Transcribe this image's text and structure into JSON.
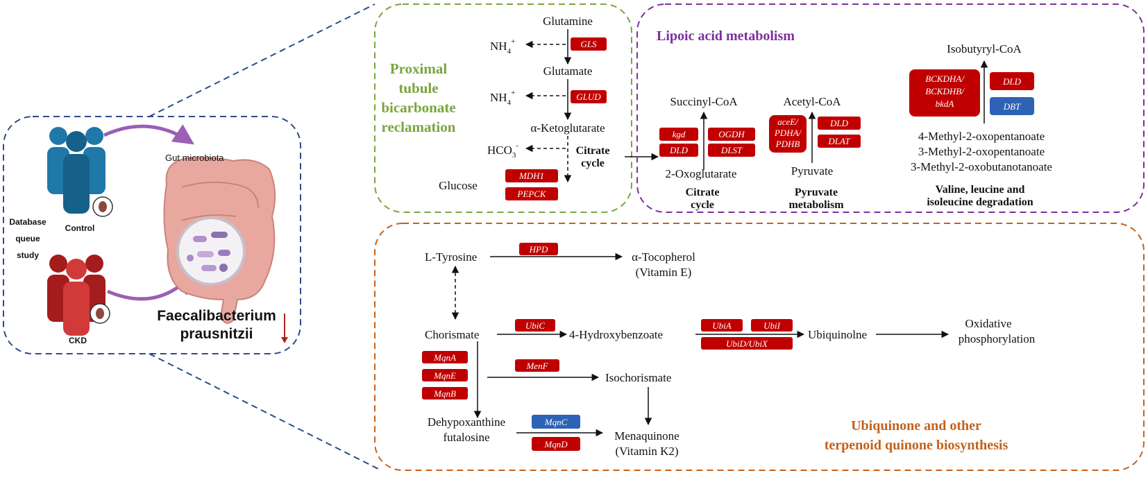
{
  "colors": {
    "red_box": "#c00000",
    "blue_box": "#2e62b4",
    "dark_blue_border": "#2d4a8c",
    "green": "#7aa53c",
    "purple": "#7b2f9e",
    "orange": "#c4621a",
    "intestine": "#e8a8a0",
    "person_blue": "#1f78a8",
    "person_red": "#a51c1c",
    "arc_purple": "#9b5fb5"
  },
  "left_panel": {
    "database": [
      "Database",
      "queue",
      "study"
    ],
    "control": "Control",
    "ckd": "CKD",
    "gut_microbiota": "Gut microbiota",
    "bacterium": [
      "Faecalibacterium",
      "prausnitzii"
    ]
  },
  "proximal": {
    "title": [
      "Proximal",
      "tubule",
      "bicarbonate",
      "reclamation"
    ],
    "glutamine": "Glutamine",
    "glutamate": "Glutamate",
    "akg": "α-Ketoglutarate",
    "glucose": "Glucose",
    "nh4_1": "NH",
    "nh4_2": "NH",
    "nh4_sub": "4",
    "nh4_sup": "+",
    "hco3": "HCO",
    "hco3_sub": "3",
    "hco3_sup": "-",
    "citrate": [
      "Citrate",
      "cycle"
    ],
    "genes": {
      "gls": "GLS",
      "glud": "GLUD",
      "mdh1": "MDH1",
      "pepck": "PEPCK"
    }
  },
  "lipoic": {
    "title": "Lipoic acid metabolism",
    "succinyl": "Succinyl-CoA",
    "oxoglutarate": "2-Oxoglutarate",
    "citrate": [
      "Citrate",
      "cycle"
    ],
    "acetyl": "Acetyl-CoA",
    "pyruvate": "Pyruvate",
    "pyruvate_label": [
      "Pyruvate",
      "metabolism"
    ],
    "isobutyryl": "Isobutyryl-CoA",
    "substrates": [
      "4-Methyl-2-oxopentanoate",
      "3-Methyl-2-oxopentanoate",
      "3-Methyl-2-oxobutanotanoate"
    ],
    "valine_label": [
      "Valine, leucine and",
      "isoleucine degradation"
    ],
    "genes": {
      "kgd": "kgd",
      "dld1": "DLD",
      "ogdh": "OGDH",
      "dlst": "DLST",
      "acee": [
        "aceE/",
        "PDHA/",
        "PDHB"
      ],
      "dld2": "DLD",
      "dlat": "DLAT",
      "bckdha": [
        "BCKDHA/",
        "BCKDHB/",
        "bkdA"
      ],
      "dld3": "DLD",
      "dbt": "DBT"
    }
  },
  "ubiquinone": {
    "title": [
      "Ubiquinone and other",
      "terpenoid quinone biosynthesis"
    ],
    "tyrosine": "L-Tyrosine",
    "tocopherol": [
      "α-Tocopherol",
      "(Vitamin E)"
    ],
    "chorismate": "Chorismate",
    "hydroxybenzoate": "4-Hydroxybenzoate",
    "ubiquinolne": "Ubiquinolne",
    "oxidative": [
      "Oxidative",
      "phosphorylation"
    ],
    "isochorismate": "Isochorismate",
    "dehypoxanthine": [
      "Dehypoxanthine",
      "futalosine"
    ],
    "menaquinone": [
      "Menaquinone",
      "(Vitamin K2)"
    ],
    "genes": {
      "hpd": "HPD",
      "ubic": "UbiC",
      "ubia": "UbiA",
      "ubii": "UbiI",
      "ubid": "UbiD/UbiX",
      "mqna": "MqnA",
      "mqne": "MqnE",
      "mqnb": "MqnB",
      "menf": "MenF",
      "mqnc": "MqnC",
      "mqnd": "MqnD"
    }
  }
}
